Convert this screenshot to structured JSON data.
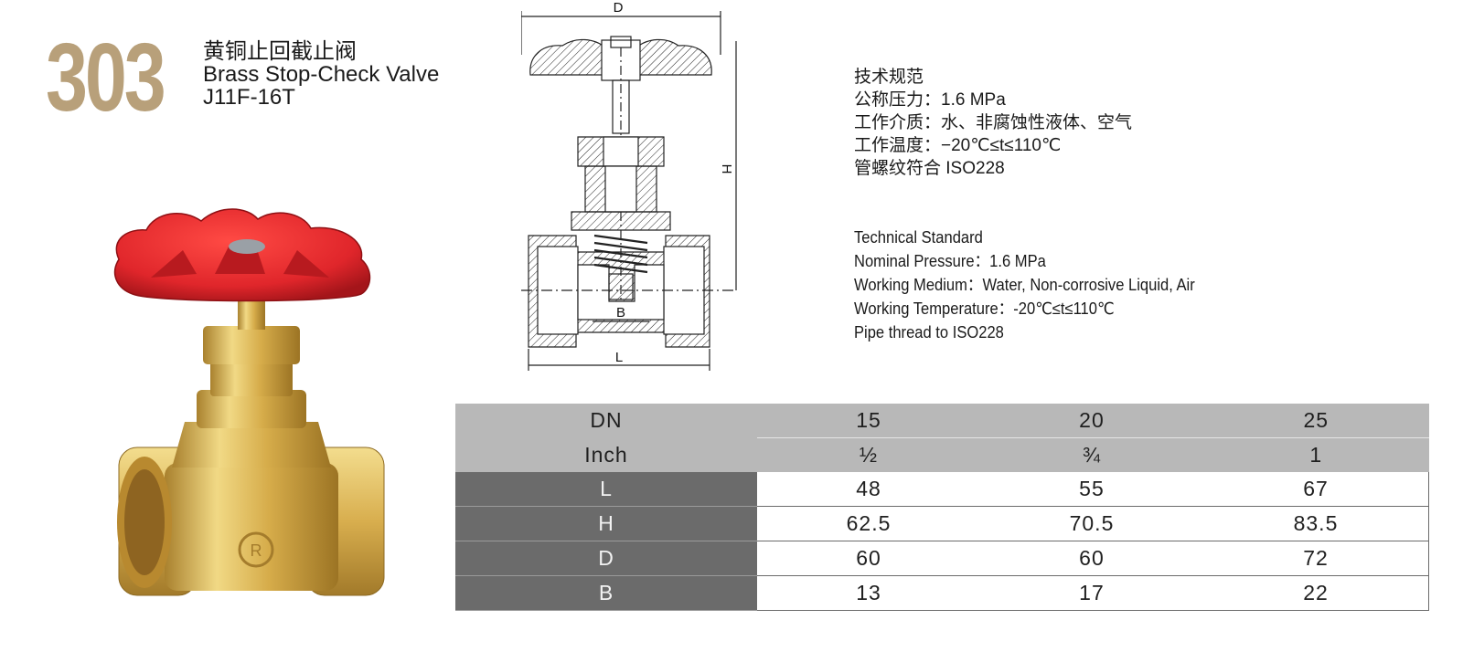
{
  "header": {
    "model_number": "303",
    "title_cn": "黄铜止回截止阀",
    "title_en": "Brass Stop-Check Valve",
    "model_code": "J11F-16T"
  },
  "specs_cn": {
    "heading": "技术规范",
    "pressure": "公称压力：1.6 MPa",
    "medium": "工作介质：水、非腐蚀性液体、空气",
    "temperature": "工作温度：−20℃≤t≤110℃",
    "thread": "管螺纹符合 ISO228"
  },
  "specs_en": {
    "heading": "Technical Standard",
    "pressure": "Nominal Pressure：1.6 MPa",
    "medium": "Working Medium：Water, Non-corrosive Liquid, Air",
    "temperature": "Working Temperature：-20℃≤t≤110℃",
    "thread": "Pipe thread to ISO228"
  },
  "drawing": {
    "labels": {
      "d": "D",
      "h": "H",
      "b": "B",
      "l": "L"
    }
  },
  "table": {
    "header_rows": [
      {
        "label": "DN",
        "values": [
          "15",
          "20",
          "25"
        ]
      },
      {
        "label": "Inch",
        "values": [
          "½",
          "¾",
          "1"
        ]
      }
    ],
    "rows": [
      {
        "label": "L",
        "values": [
          "48",
          "55",
          "67"
        ]
      },
      {
        "label": "H",
        "values": [
          "62.5",
          "70.5",
          "83.5"
        ]
      },
      {
        "label": "D",
        "values": [
          "60",
          "60",
          "72"
        ]
      },
      {
        "label": "B",
        "values": [
          "13",
          "17",
          "22"
        ]
      }
    ]
  },
  "colors": {
    "brand_tan": "#b8a07a",
    "handwheel_red": "#e0262b",
    "brass": "#d9b24e",
    "table_header_gray": "#b8b8b8",
    "table_rowhead_gray": "#6b6b6b"
  }
}
